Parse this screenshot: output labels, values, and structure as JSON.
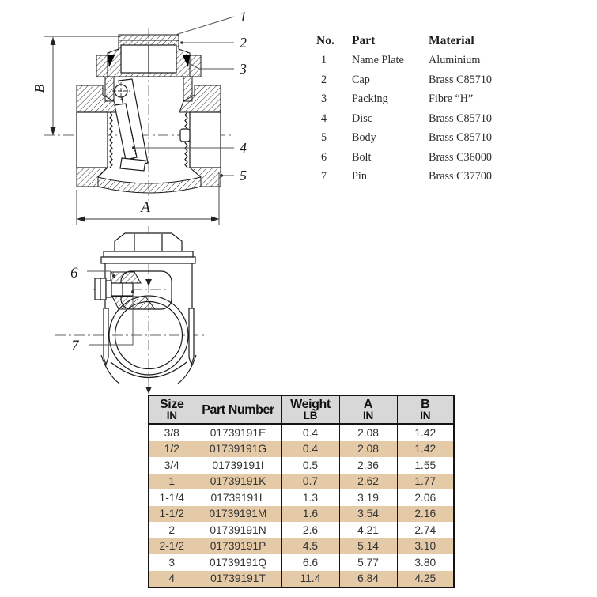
{
  "drawing_top": {
    "callouts": [
      "1",
      "2",
      "3",
      "4",
      "5"
    ],
    "dim_labels": {
      "width": "A",
      "height": "B"
    }
  },
  "drawing_front": {
    "callouts": [
      "6",
      "7"
    ]
  },
  "parts_list": {
    "headers": {
      "no": "No.",
      "part": "Part",
      "material": "Material"
    },
    "rows": [
      {
        "no": "1",
        "part": "Name Plate",
        "material": "Aluminium"
      },
      {
        "no": "2",
        "part": "Cap",
        "material": "Brass C85710"
      },
      {
        "no": "3",
        "part": "Packing",
        "material": "Fibre “H”"
      },
      {
        "no": "4",
        "part": "Disc",
        "material": "Brass C85710"
      },
      {
        "no": "5",
        "part": "Body",
        "material": "Brass C85710"
      },
      {
        "no": "6",
        "part": "Bolt",
        "material": "Brass C36000"
      },
      {
        "no": "7",
        "part": "Pin",
        "material": "Brass C37700"
      }
    ]
  },
  "spec_table": {
    "headers": [
      {
        "line1": "Size",
        "line2": "IN"
      },
      {
        "line1": "Part Number",
        "line2": ""
      },
      {
        "line1": "Weight",
        "line2": "LB"
      },
      {
        "line1": "A",
        "line2": "IN"
      },
      {
        "line1": "B",
        "line2": "IN"
      }
    ],
    "rows": [
      [
        "3/8",
        "01739191E",
        "0.4",
        "2.08",
        "1.42"
      ],
      [
        "1/2",
        "01739191G",
        "0.4",
        "2.08",
        "1.42"
      ],
      [
        "3/4",
        "01739191I",
        "0.5",
        "2.36",
        "1.55"
      ],
      [
        "1",
        "01739191K",
        "0.7",
        "2.62",
        "1.77"
      ],
      [
        "1-1/4",
        "01739191L",
        "1.3",
        "3.19",
        "2.06"
      ],
      [
        "1-1/2",
        "01739191M",
        "1.6",
        "3.54",
        "2.16"
      ],
      [
        "2",
        "01739191N",
        "2.6",
        "4.21",
        "2.74"
      ],
      [
        "2-1/2",
        "01739191P",
        "4.5",
        "5.14",
        "3.10"
      ],
      [
        "3",
        "01739191Q",
        "6.6",
        "5.77",
        "3.80"
      ],
      [
        "4",
        "01739191T",
        "11.4",
        "6.84",
        "4.25"
      ]
    ],
    "colors": {
      "header_bg": "#d8d8d8",
      "row_alt_bg": "#e4caa7",
      "border": "#141414",
      "text": "#333333"
    }
  }
}
